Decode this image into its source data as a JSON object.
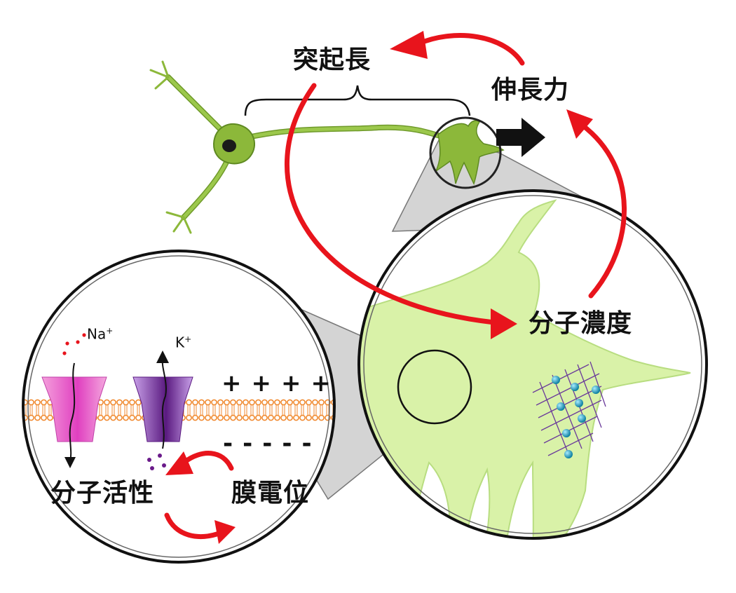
{
  "labels": {
    "neurite_length": "突起長",
    "extension_force": "伸長力",
    "molecular_concentration": "分子濃度",
    "molecular_activity": "分子活性",
    "membrane_potential": "膜電位"
  },
  "ions": {
    "sodium": "Na",
    "sodium_charge": "+",
    "potassium": "K",
    "potassium_charge": "+"
  },
  "membrane_charges": {
    "positive": "++++",
    "negative": "-----"
  },
  "colors": {
    "arrow": "#e8141c",
    "neuron": "#8cb83a",
    "growth_cone_fill": "#d9f2a8",
    "membrane": "#f08a30",
    "na_channel": "#f080d0",
    "k_channel": "#8a3ab0",
    "bead": "#1aa8c8",
    "mesh": "#6a3a9a"
  }
}
